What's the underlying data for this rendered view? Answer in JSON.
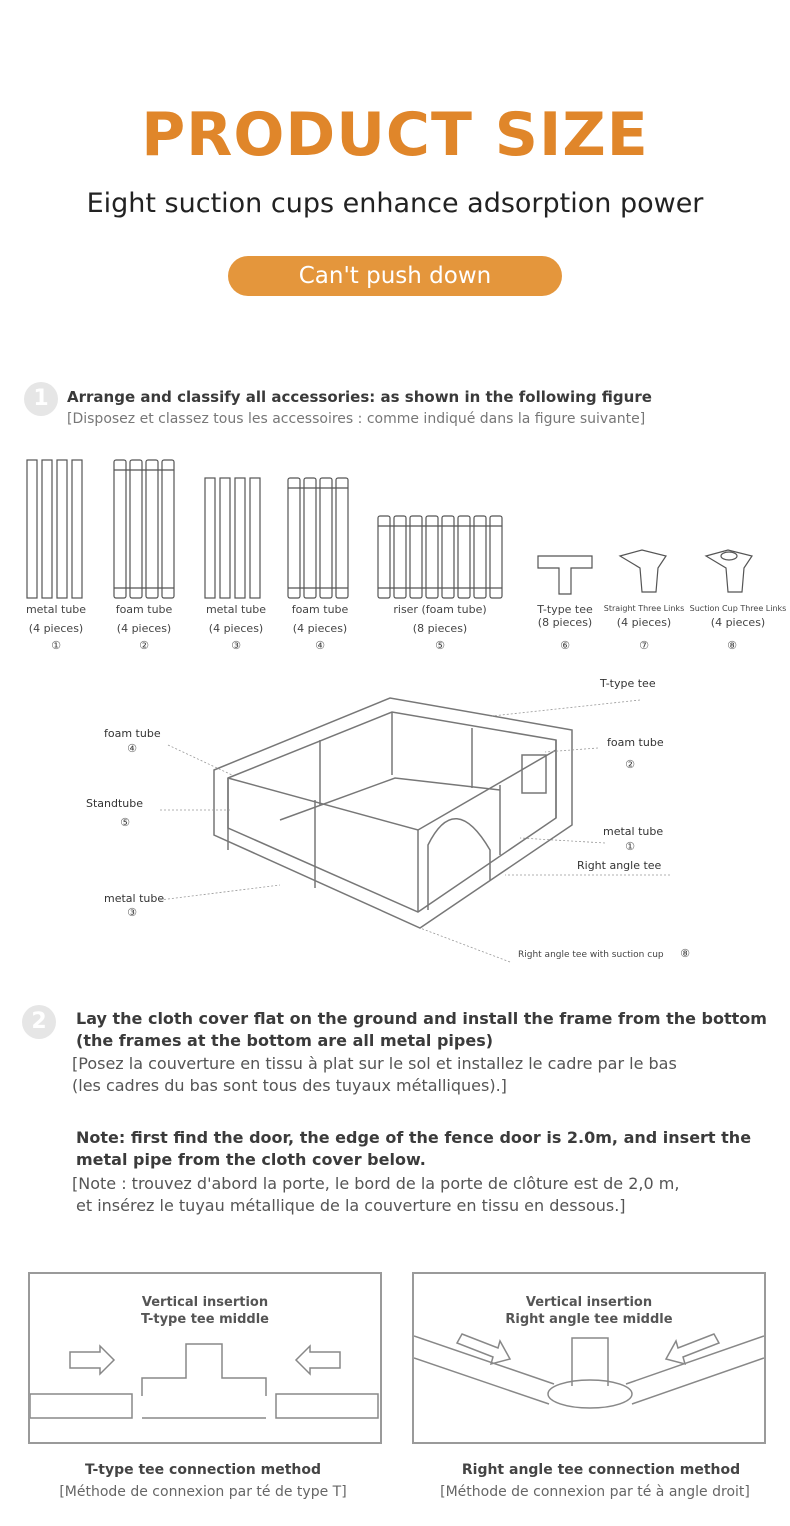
{
  "header": {
    "title": "PRODUCT SIZE",
    "subtitle": "Eight suction cups enhance adsorption power",
    "pill": "Can't push down"
  },
  "step1": {
    "number": "1",
    "en": "Arrange and classify all accessories: as shown in the following figure",
    "fr": "[Disposez et classez tous les accessoires : comme indiqué dans la figure suivante]"
  },
  "parts": [
    {
      "name": "metal tube",
      "count": "(4 pieces)",
      "num": "①"
    },
    {
      "name": "foam tube",
      "count": "(4 pieces)",
      "num": "②"
    },
    {
      "name": "metal tube",
      "count": "(4 pieces)",
      "num": "③"
    },
    {
      "name": "foam tube",
      "count": "(4 pieces)",
      "num": "④"
    },
    {
      "name": "riser (foam tube)",
      "count": "(8 pieces)",
      "num": "⑤"
    },
    {
      "name": "T-type tee",
      "count": "(8 pieces)",
      "num": "⑥"
    },
    {
      "name": "Straight Three Links",
      "count": "(4 pieces)",
      "num": "⑦"
    },
    {
      "name": "Suction Cup Three Links",
      "count": "(4 pieces)",
      "num": "⑧"
    }
  ],
  "assembly": {
    "t_type_tee": "T-type tee",
    "foam_tube_left": "foam tube",
    "foam_tube_left_num": "④",
    "foam_tube_right": "foam tube",
    "foam_tube_right_num": "②",
    "standtube": "Standtube",
    "standtube_num": "⑤",
    "metal_tube_right": "metal tube",
    "metal_tube_right_num": "①",
    "right_angle_tee": "Right angle tee",
    "metal_tube_left": "metal tube",
    "metal_tube_left_num": "③",
    "suction_tee": "Right angle tee with suction cup",
    "suction_tee_num": "⑧"
  },
  "step2": {
    "number": "2",
    "en_line1": "Lay the cloth cover flat on the ground and install the frame from the bottom",
    "en_line2": "(the frames at the bottom are all metal pipes)",
    "fr_line1": "[Posez la couverture en tissu à plat sur le sol et installez le cadre par le bas",
    "fr_line2": "(les cadres du bas sont tous des tuyaux métalliques).]",
    "note_line1": "Note: first find the door, the edge of the fence door is 2.0m, and insert the",
    "note_line2": "metal pipe from the cloth cover below.",
    "note_fr_line1": "[Note : trouvez d'abord la porte, le bord de la porte de clôture est de 2,0 m,",
    "note_fr_line2": "et insérez le tuyau métallique de la couverture en tissu en dessous.]"
  },
  "connections": [
    {
      "title1": "Vertical insertion",
      "title2": "T-type tee middle",
      "caption_en": "T-type tee connection method",
      "caption_fr": "[Méthode de connexion par té de type T]"
    },
    {
      "title1": "Vertical insertion",
      "title2": "Right angle tee middle",
      "caption_en": "Right angle tee connection method",
      "caption_fr": "[Méthode de connexion par té à angle droit]"
    }
  ]
}
